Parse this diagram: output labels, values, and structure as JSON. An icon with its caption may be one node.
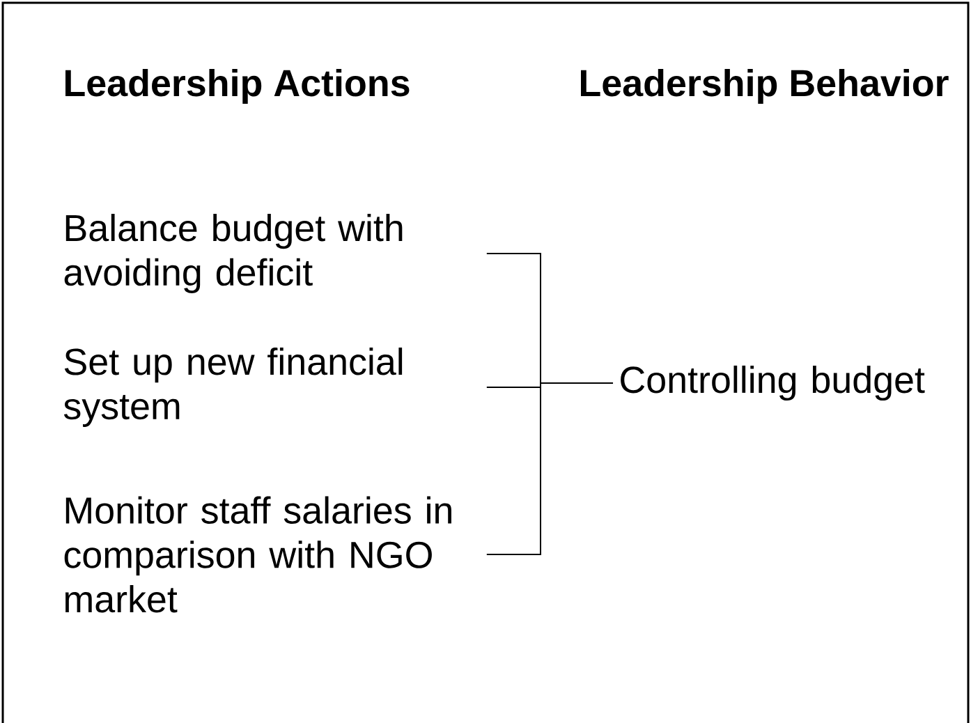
{
  "diagram": {
    "nodes": [
      {
        "text": [
          "Balance budget with avoiding deficit"
        ]
      },
      {
        "text": [
          "Set up new financial system"
        ]
      },
      {
        "text": [
          "Monitor staff salaries in comparison with NGO market"
        ]
      },
      {
        "text": [
          "Controlling budget"
        ]
      }
    ],
    "edges": [
      {
        "from": 0,
        "to": 3,
        "arrow": "none"
      },
      {
        "from": 1,
        "to": 3,
        "arrow": "none"
      },
      {
        "from": 2,
        "to": 3,
        "arrow": "none"
      }
    ],
    "labels": [
      "Leadership Actions",
      "Leadership Behavior"
    ]
  }
}
